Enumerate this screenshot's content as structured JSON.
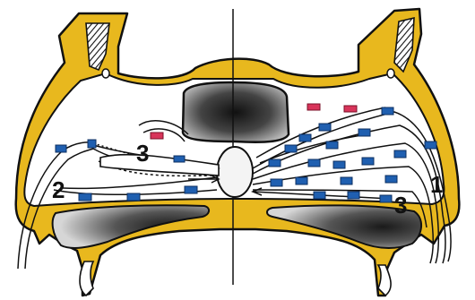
{
  "labels": {
    "one": "1",
    "two": "2",
    "three_left": "3",
    "three_right": "3"
  },
  "colors": {
    "bone": "#e8b81e",
    "outline": "#111111",
    "cavity": "#ffffff",
    "marker_blue": "#1f5fb0",
    "marker_red": "#d8345a",
    "stipple": "#2a2a2a"
  }
}
